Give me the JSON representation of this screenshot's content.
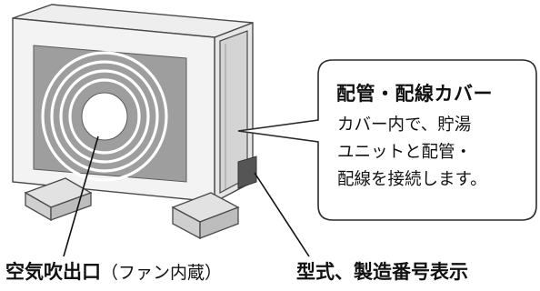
{
  "callout": {
    "title": "配管・配線カバー",
    "lines": [
      "カバー内で、貯湯",
      "ユニットと配管・",
      "配線を接続します。"
    ]
  },
  "labels": {
    "fan_outlet_main": "空気吹出口",
    "fan_outlet_note": "（ファン内蔵）",
    "model_plate": "型式、製造番号表示"
  }
}
